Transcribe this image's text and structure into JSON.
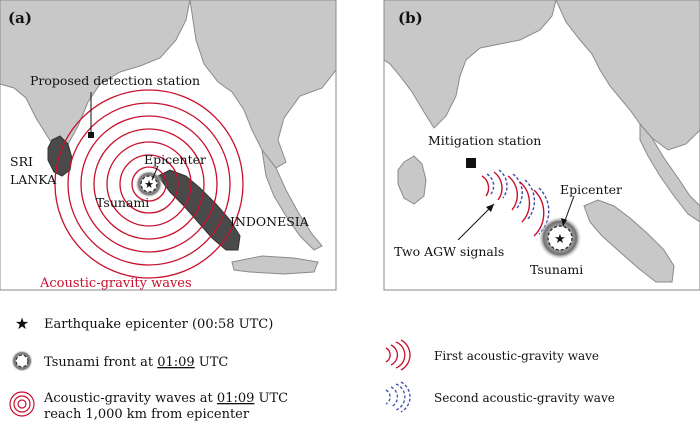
{
  "panel_a": {
    "tag": "(a)",
    "station_label": "Proposed detection station",
    "sri_lanka_line1": "SRI",
    "sri_lanka_line2": "LANKA",
    "epicenter_label": "Epicenter",
    "tsunami_label": "Tsunami",
    "indonesia_label": "INDONESIA",
    "agw_label": "Acoustic-gravity waves",
    "agw_color": "#c8102e"
  },
  "panel_b": {
    "tag": "(b)",
    "station_label": "Mitigation station",
    "epicenter_label": "Epicenter",
    "signals_label": "Two AGW signals",
    "tsunami_label": "Tsunami",
    "second_wave_color": "#3a4fb0"
  },
  "legend": {
    "epicenter": "Earthquake epicenter (00:58 UTC)",
    "tsunami_front_prefix": "Tsunami front at ",
    "tsunami_front_time": "01:09",
    "tsunami_front_suffix": " UTC",
    "agw_line1_prefix": "Acoustic-gravity waves at ",
    "agw_line1_time": "01:09",
    "agw_line1_suffix": " UTC",
    "agw_line2": "reach 1,000 km from epicenter",
    "first_wave": "First acoustic-gravity wave",
    "second_wave": "Second acoustic-gravity wave"
  },
  "colors": {
    "land": "#c8c8c8",
    "land_stroke": "#8a8a8a",
    "dark_land": "#4a4a4a",
    "sea": "#ffffff"
  }
}
